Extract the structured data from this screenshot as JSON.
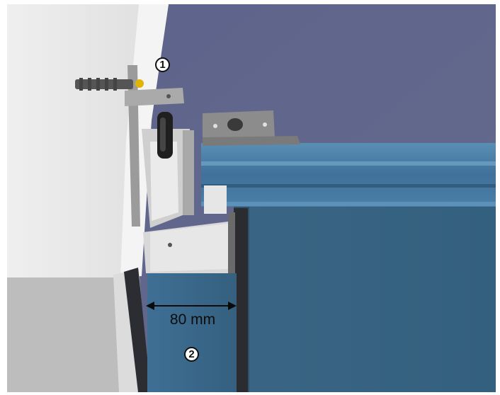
{
  "figure": {
    "callouts": [
      "1",
      "2"
    ],
    "dimension_label": "80 mm"
  },
  "colors": {
    "wall": "#e3e3e3",
    "ceiling_shadow": "#6d7394",
    "blue_panel": "#3d6a88",
    "frame_silver": "#c9c9c9"
  }
}
